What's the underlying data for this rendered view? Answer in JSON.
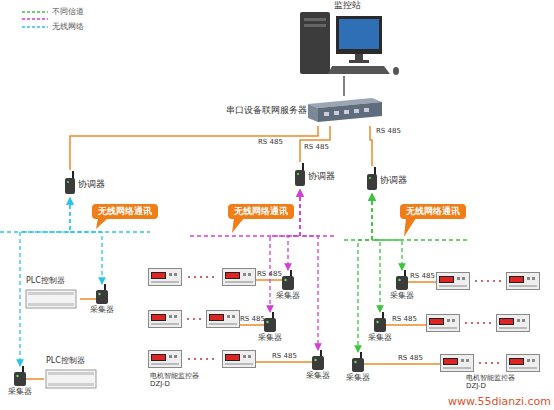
{
  "diagram": {
    "nodes": [
      {
        "text": [
          "监控站"
        ]
      },
      {
        "text": [
          "串口设备联网服务器"
        ]
      },
      {
        "text": [
          "协调器"
        ]
      },
      {
        "text": [
          "协调器"
        ]
      },
      {
        "text": [
          "协调器"
        ]
      },
      {
        "text": [
          "无线网络通讯"
        ]
      },
      {
        "text": [
          "无线网络通讯"
        ]
      },
      {
        "text": [
          "无线网络通讯"
        ]
      },
      {
        "text": [
          "PLC控制器"
        ]
      },
      {
        "text": [
          "采集器"
        ]
      },
      {
        "text": [
          "采集器"
        ]
      },
      {
        "text": [
          "采集器"
        ]
      },
      {
        "text": [
          "采集器"
        ]
      },
      {
        "text": [
          "采集器"
        ]
      },
      {
        "text": [
          "PLC控制器"
        ]
      },
      {
        "text": [
          "采集器"
        ]
      },
      {
        "text": [
          "采集器"
        ]
      },
      {
        "text": [
          "采集器"
        ]
      }
    ],
    "edges": [
      {
        "from": 0,
        "to": 1,
        "arrow": "none"
      },
      {
        "from": 1,
        "to": 2,
        "label": "RS 485",
        "arrow": "none"
      },
      {
        "from": 1,
        "to": 3,
        "label": "RS 485",
        "arrow": "none"
      },
      {
        "from": 1,
        "to": 4,
        "label": "RS 485",
        "arrow": "none"
      },
      {
        "from": 2,
        "to": 9,
        "arrow": "both"
      },
      {
        "from": 2,
        "to": 17,
        "arrow": "both"
      },
      {
        "from": 3,
        "to": 10,
        "arrow": "both"
      },
      {
        "from": 3,
        "to": 12,
        "arrow": "both"
      },
      {
        "from": 3,
        "to": 15,
        "arrow": "both"
      },
      {
        "from": 4,
        "to": 11,
        "arrow": "both"
      },
      {
        "from": 4,
        "to": 13,
        "arrow": "both"
      },
      {
        "from": 4,
        "to": 16,
        "arrow": "both"
      },
      {
        "from": 8,
        "to": 9,
        "arrow": "none"
      },
      {
        "from": 14,
        "to": 17,
        "arrow": "none"
      }
    ],
    "labels": [
      "RS 485",
      "RS 485",
      "RS 485",
      "RS 485",
      "RS 485",
      "RS 485",
      "电机智能监控器 DZJ-D",
      "电机智能监控器 DZJ-D",
      "www.55dianzi.com"
    ],
    "legend": [
      {
        "text": "不同信道"
      },
      {
        "text": "无线网络"
      }
    ]
  }
}
